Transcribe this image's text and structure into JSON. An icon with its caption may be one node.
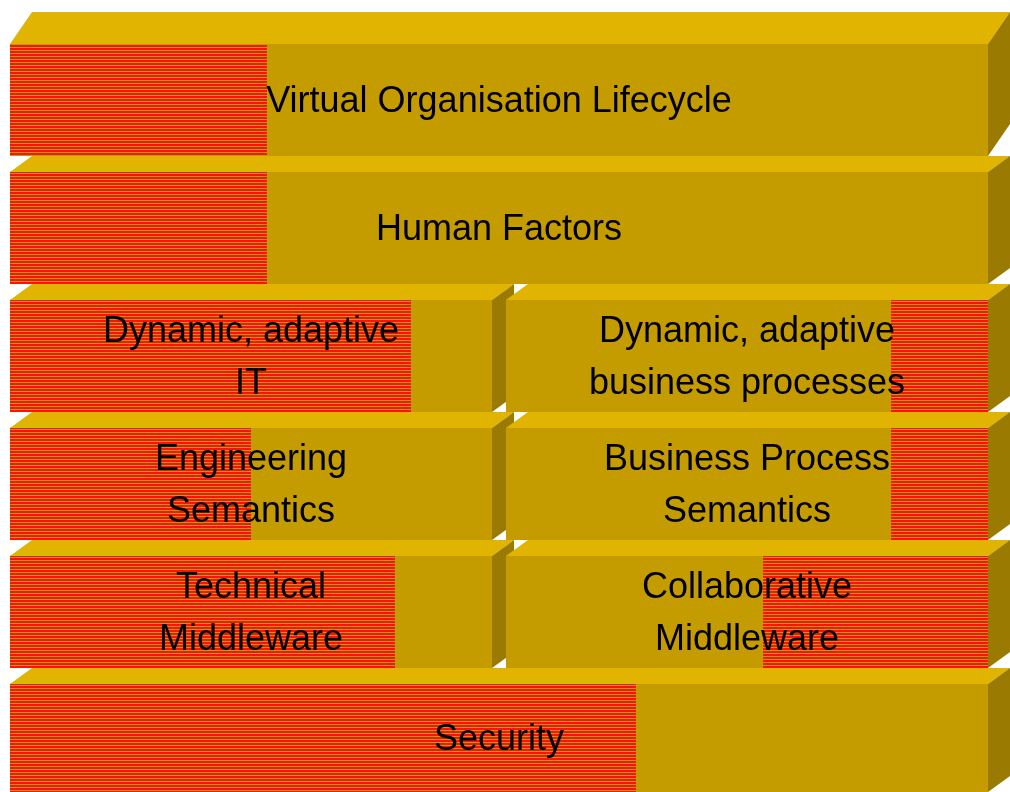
{
  "diagram": {
    "nodes": [
      {
        "text": [
          "Virtual Organisation Lifecycle"
        ]
      },
      {
        "text": [
          "Human Factors"
        ]
      },
      {
        "text": [
          "Dynamic, adaptive IT"
        ]
      },
      {
        "text": [
          "Dynamic, adaptive business processes"
        ]
      },
      {
        "text": [
          "Engineering Semantics"
        ]
      },
      {
        "text": [
          "Business Process Semantics"
        ]
      },
      {
        "text": [
          "Technical Middleware"
        ]
      },
      {
        "text": [
          "Collaborative Middleware"
        ]
      },
      {
        "text": [
          "Security"
        ]
      }
    ]
  }
}
